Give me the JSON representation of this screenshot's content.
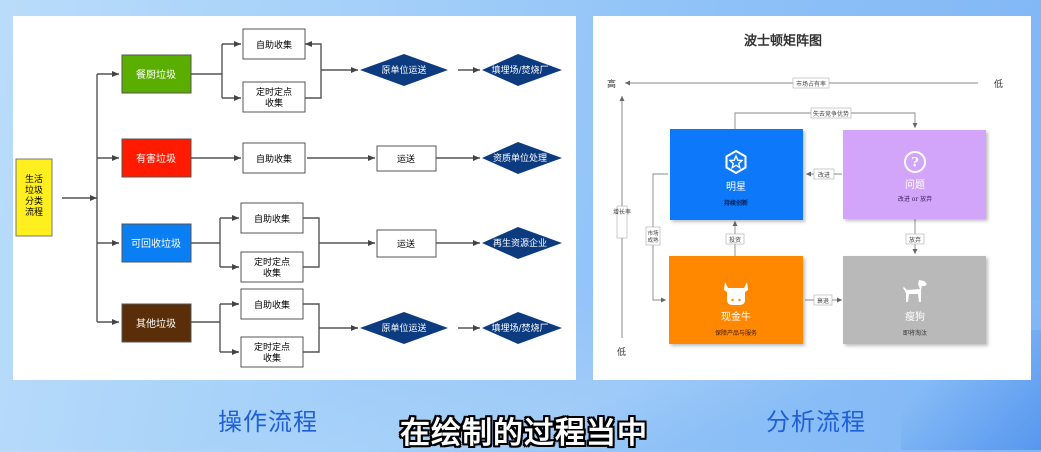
{
  "left_diagram": {
    "start": {
      "lines": [
        "生活",
        "垃圾",
        "分类",
        "流程"
      ],
      "color": "#ffef1f"
    },
    "categories": [
      {
        "label": "餐厨垃圾",
        "color": "#5aae00"
      },
      {
        "label": "有害垃圾",
        "color": "#ff1a00"
      },
      {
        "label": "可回收垃圾",
        "color": "#0a7ff4"
      },
      {
        "label": "其他垃圾",
        "color": "#5a2e08"
      }
    ],
    "collect_self": "自助收集",
    "collect_timed": [
      "定时定点",
      "收集"
    ],
    "transport": "运送",
    "decisions": {
      "original_unit_transport": "原单位运送",
      "landfill_incinerator": "填埋场/焚烧厂",
      "qualified_unit": "资质单位处理",
      "recycling_company": "再生资源企业"
    },
    "decision_color": "#0d3b80"
  },
  "right_diagram": {
    "title": "波士顿矩阵图",
    "x_axis": {
      "label": "市场占有率",
      "high": "高",
      "low": "低"
    },
    "y_axis": {
      "label": "增长率",
      "low": "低"
    },
    "quadrants": {
      "star": {
        "name": "明星",
        "desc": "持续创新",
        "icon": "star-hexagon-icon",
        "color": "#0a78fa"
      },
      "question": {
        "name": "问题",
        "desc": "改进 or 放弃",
        "icon": "question-circle-icon",
        "color": "#d2a4fa"
      },
      "cow": {
        "name": "现金牛",
        "desc": "保障产品与服务",
        "icon": "cow-icon",
        "color": "#ff8800"
      },
      "dog": {
        "name": "瘦狗",
        "desc": "即将淘汰",
        "icon": "dog-icon",
        "color": "#b9b9b9"
      }
    },
    "edges": {
      "lose_advantage": "失去竞争优势",
      "improve": "改进",
      "invest": "投资",
      "abandon": "放弃",
      "mature_left": [
        "市场",
        "成熟"
      ],
      "decline": "衰退"
    }
  },
  "captions": {
    "left": "操作流程",
    "right": "分析流程",
    "subtitle": "在绘制的过程当中"
  }
}
